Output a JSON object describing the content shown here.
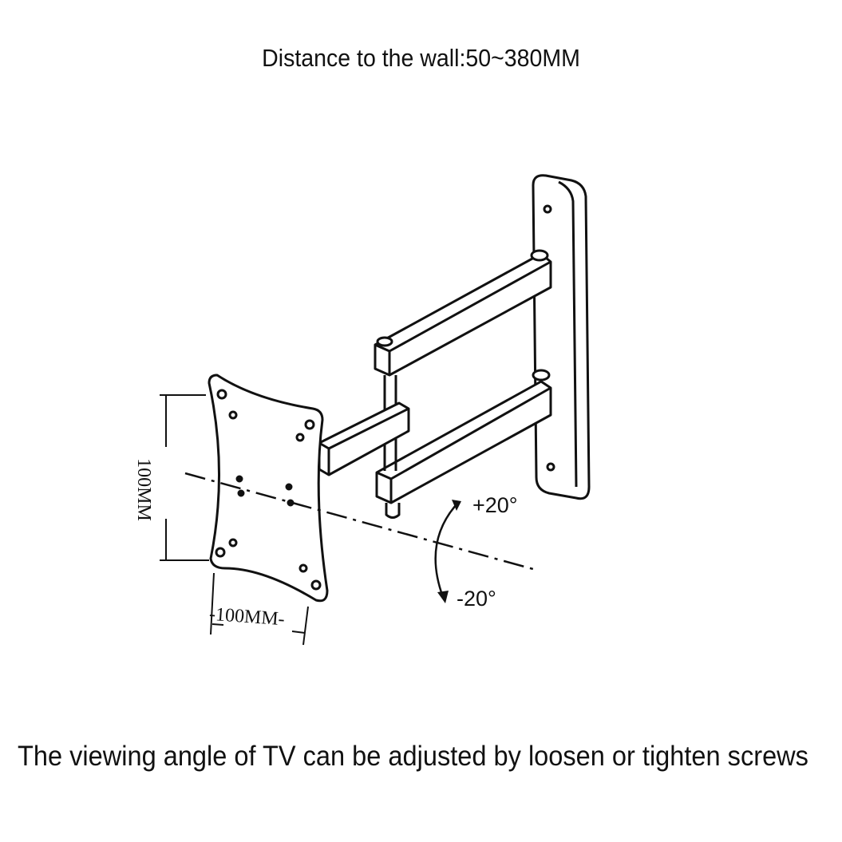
{
  "title": "Distance to the wall:50~380MM",
  "caption": "The viewing angle of TV can be adjusted by loosen or tighten screws",
  "dimensions": {
    "width_label": "-100MM-",
    "height_label": "100MM"
  },
  "tilt": {
    "up": "+20°",
    "down": "-20°"
  }
}
